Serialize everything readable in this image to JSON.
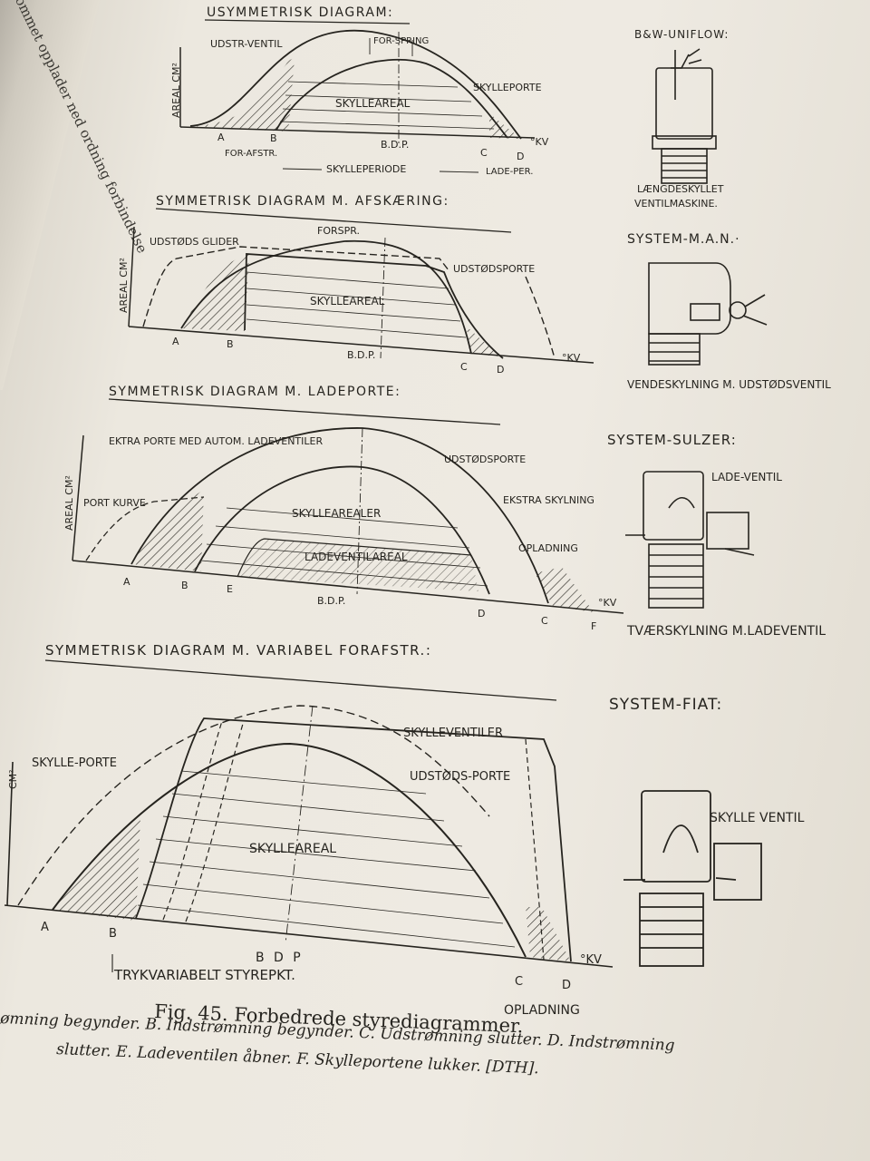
{
  "left_page": {
    "fragment_text": "ommet opplader ned ordning forbindelse"
  },
  "diagram1": {
    "title": "USYMMETRISK DIAGRAM:",
    "y_label": "AREAL CM²",
    "labels": {
      "udstr_ventil": "UDSTR-VENTIL",
      "forspring": "FOR-SPRING",
      "skylleporte": "SKYLLEPORTE",
      "skylleareal": "SKYLLEAREAL",
      "bdp": "B.D.P.",
      "kv": "°KV",
      "a": "A",
      "b": "B",
      "c": "C",
      "d": "D",
      "forafstr": "FOR-AFSTR.",
      "skylleperiode": "SKYLLEPERIODE",
      "ladeper": "LADE-PER."
    }
  },
  "diagram2": {
    "title": "SYMMETRISK DIAGRAM M. AFSKÆRING:",
    "y_label": "AREAL CM²",
    "labels": {
      "udstods_glider": "UDSTØDS GLIDER",
      "forspr": "FORSPR.",
      "udstodsporte": "UDSTØDSPORTE",
      "skylleareal": "SKYLLEAREAL",
      "bdp": "B.D.P.",
      "kv": "°KV",
      "a": "A",
      "b": "B",
      "c": "C",
      "d": "D"
    }
  },
  "diagram3": {
    "title": "SYMMETRISK DIAGRAM M. LADEPORTE:",
    "y_label": "AREAL CM²",
    "labels": {
      "ekstra_porte": "EKTRA PORTE MED AUTOM. LADEVENTILER",
      "port_kurve": "PORT KURVE",
      "udstodsporte": "UDSTØDSPORTE",
      "skyllearealer": "SKYLLEAREALER",
      "ladeventilareal": "LADEVENTILAREAL",
      "ekstra_skylning": "EKSTRA SKYLNING",
      "opladning": "OPLADNING",
      "bdp": "B.D.P.",
      "kv": "°KV",
      "a": "A",
      "b": "B",
      "c": "C",
      "d": "D",
      "e": "E",
      "f": "F"
    }
  },
  "diagram4": {
    "title": "SYMMETRISK DIAGRAM M. VARIABEL FORAFSTR.:",
    "y_label": "CM²",
    "labels": {
      "skylleporte": "SKYLLE-PORTE",
      "skylleventiler": "SKYLLEVENTILER",
      "udstodsporte": "UDSTØDS-PORTE",
      "skylleareal": "SKYLLEAREAL",
      "bdp": "B D P",
      "kv": "°KV",
      "a": "A",
      "b": "B",
      "c": "C",
      "d": "D",
      "trykvariabelt": "TRYKVARIABELT STYREPKT.",
      "opladning": "OPLADNING"
    }
  },
  "systems": {
    "bw": {
      "title": "B&W-UNIFLOW:",
      "caption": "LÆNGDESKYLLET VENTILMASKINE."
    },
    "man": {
      "title": "SYSTEM-M.A.N.·",
      "caption": "VENDESKYLNING M. UDSTØDSVENTIL"
    },
    "sulzer": {
      "title": "SYSTEM-SULZER:",
      "label": "LADE-VENTIL",
      "caption": "TVÆRSKYLNING M.LADEVENTIL"
    },
    "fiat": {
      "title": "SYSTEM-FIAT:",
      "label": "SKYLLE VENTIL"
    }
  },
  "figure_caption": {
    "title": "Fig. 45. Forbedrede styrediagrammer.",
    "line1": "ømning begynder. B. Indstrømning begynder. C. Udstrømning slutter. D. Indstrømning",
    "line2": "slutter. E. Ladeventilen åbner. F. Skylleportene lukker. [DTH]."
  }
}
